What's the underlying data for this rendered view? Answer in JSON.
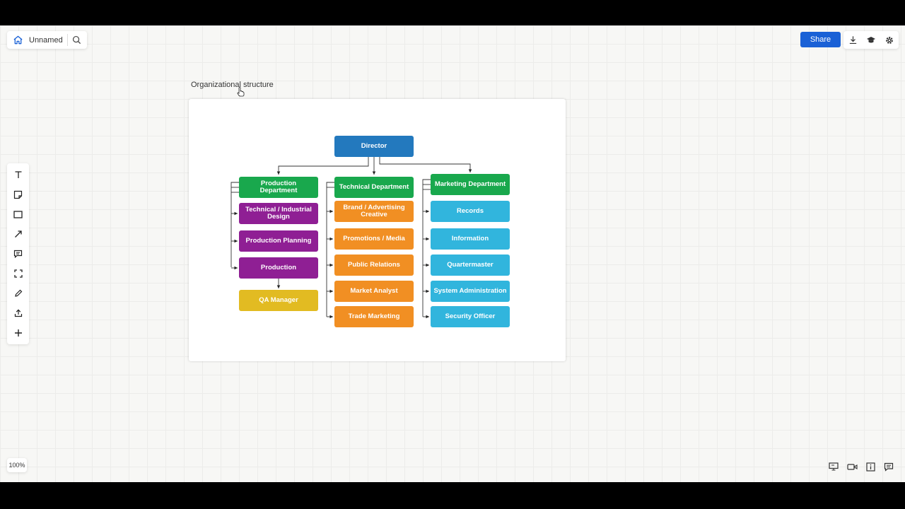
{
  "board": {
    "name": "Unnamed",
    "share_label": "Share",
    "zoom": "100%",
    "frame_title": "Organizational structure"
  },
  "icons": {
    "home": "home-icon",
    "search": "search-icon",
    "download": "download-icon",
    "learn": "graduation-cap-icon",
    "settings": "gear-icon",
    "text": "text-icon",
    "sticky": "sticky-note-icon",
    "shape": "rectangle-icon",
    "arrow": "arrow-icon",
    "comment": "comment-icon",
    "frame": "frame-icon",
    "pen": "pen-icon",
    "upload": "upload-icon",
    "add": "plus-icon"
  },
  "colors": {
    "director": "#2379be",
    "green": "#19a84d",
    "purple": "#8f1f94",
    "yellow": "#e2bb22",
    "orange": "#f18f23",
    "cyan": "#31b5dd",
    "share": "#1a61d6"
  },
  "org": {
    "director": "Director",
    "production": {
      "head": "Production Department",
      "items": [
        "Technical / Industrial Design",
        "Production Planning",
        "Production"
      ],
      "sub": "QA Manager"
    },
    "technical": {
      "head": "Technical Department",
      "items": [
        "Brand / Advertising Creative",
        "Promotions / Media",
        "Public Relations",
        "Market Analyst",
        "Trade Marketing"
      ]
    },
    "marketing": {
      "head": "Marketing Department",
      "items": [
        "Records",
        "Information",
        "Quartermaster",
        "System Administration",
        "Security Officer"
      ]
    }
  }
}
